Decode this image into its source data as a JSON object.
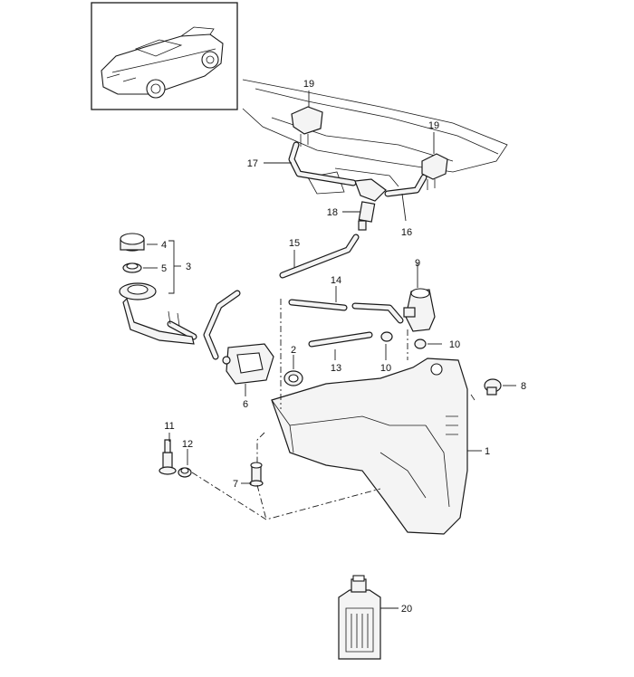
{
  "diagram": {
    "callouts": {
      "p1": "1",
      "p2": "2",
      "p3": "3",
      "p4": "4",
      "p5": "5",
      "p6": "6",
      "p7": "7",
      "p8": "8",
      "p9": "9",
      "p10a": "10",
      "p10b": "10",
      "p11": "11",
      "p12": "12",
      "p13": "13",
      "p14": "14",
      "p15": "15",
      "p16": "16",
      "p17": "17",
      "p18": "18",
      "p19a": "19",
      "p19b": "19",
      "p20": "20"
    }
  }
}
